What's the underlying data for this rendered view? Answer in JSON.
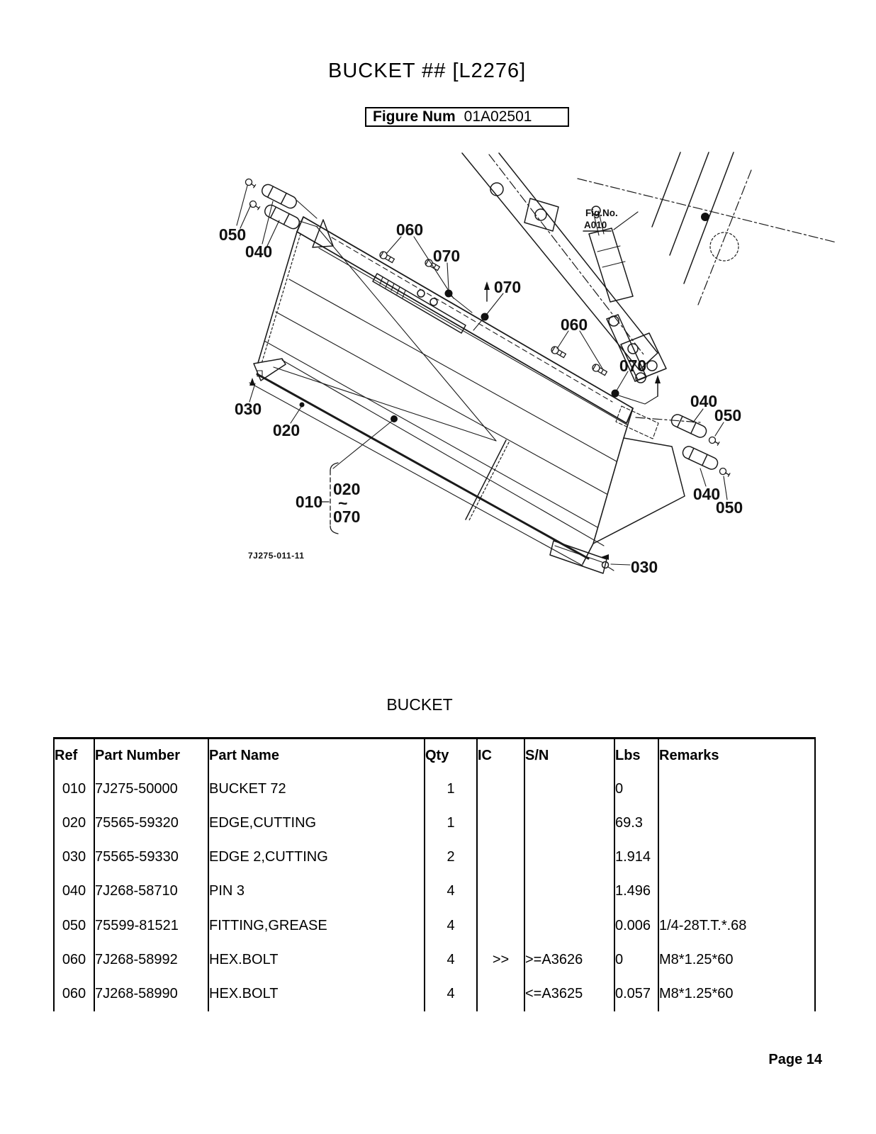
{
  "page": {
    "title": "BUCKET ## [L2276]",
    "figure_label": "Figure Num",
    "figure_value": "01A02501",
    "section_title": "BUCKET",
    "page_number": "Page 14"
  },
  "diagram": {
    "fig_ref": {
      "line1": "Fig.No.",
      "line2": "A010"
    },
    "drawing_number": "7J275-011-11",
    "labels": {
      "tl_050": "050",
      "tl_040": "040",
      "mid_060": "060",
      "mid_070a": "070",
      "mid_070b": "070",
      "r_060": "060",
      "r_070": "070",
      "r1_040": "040",
      "r1_050": "050",
      "r2_040": "040",
      "r2_050": "050",
      "l_030": "030",
      "l_020": "020",
      "assy_010": "010",
      "range_start": "020",
      "range_tilde": "~",
      "range_end": "070",
      "br_030": "030"
    }
  },
  "table": {
    "headers": [
      "Ref",
      "Part Number",
      "Part Name",
      "Qty",
      "IC",
      "S/N",
      "Lbs",
      "Remarks"
    ],
    "rows": [
      {
        "ref": "010",
        "part_number": "7J275-50000",
        "part_name": "BUCKET 72",
        "qty": "1",
        "ic": "",
        "sn": "",
        "lbs": "0",
        "remarks": ""
      },
      {
        "ref": "020",
        "part_number": "75565-59320",
        "part_name": "EDGE,CUTTING",
        "qty": "1",
        "ic": "",
        "sn": "",
        "lbs": "69.3",
        "remarks": ""
      },
      {
        "ref": "030",
        "part_number": "75565-59330",
        "part_name": "EDGE 2,CUTTING",
        "qty": "2",
        "ic": "",
        "sn": "",
        "lbs": "1.914",
        "remarks": ""
      },
      {
        "ref": "040",
        "part_number": "7J268-58710",
        "part_name": "PIN 3",
        "qty": "4",
        "ic": "",
        "sn": "",
        "lbs": "1.496",
        "remarks": ""
      },
      {
        "ref": "050",
        "part_number": "75599-81521",
        "part_name": "FITTING,GREASE",
        "qty": "4",
        "ic": "",
        "sn": "",
        "lbs": "0.006",
        "remarks": "1/4-28T.T.*.68"
      },
      {
        "ref": "060",
        "part_number": "7J268-58992",
        "part_name": "HEX.BOLT",
        "qty": "4",
        "ic": ">>",
        "sn": ">=A3626",
        "lbs": "0",
        "remarks": "M8*1.25*60"
      },
      {
        "ref": "060",
        "part_number": "7J268-58990",
        "part_name": "HEX.BOLT",
        "qty": "4",
        "ic": "",
        "sn": "<=A3625",
        "lbs": "0.057",
        "remarks": "M8*1.25*60"
      }
    ]
  }
}
